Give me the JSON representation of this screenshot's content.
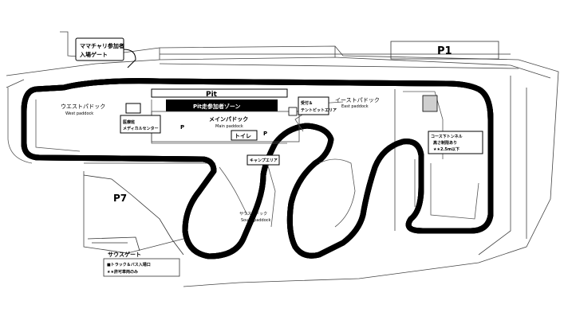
{
  "labels": {
    "p1": "P1",
    "p7": "P7",
    "pit": "Pit",
    "pit_zone": "Pit走参加者ゾーン",
    "mamachari_1": "ママチャリ参加者",
    "mamachari_2": "入場ゲート",
    "west_paddock": "ウエストパドック",
    "west_paddock_en": "West paddock",
    "medical_1": "医療班",
    "medical_2": "メディカルセンター",
    "main_paddock": "メインパドック",
    "main_paddock_en": "Main paddock",
    "toilet": "トイレ",
    "p_left": "P",
    "p_right": "P",
    "reception_1": "受付＆",
    "reception_2": "テントピットエリア",
    "east_paddock": "イーストパドック",
    "east_paddock_en": "East paddock",
    "camp_area": "キャンプエリア",
    "south_paddock": "サウスパドック",
    "south_paddock_en": "South paddock",
    "tunnel_1": "コース下トンネル",
    "tunnel_2": "高さ制限あり",
    "tunnel_3": "★★2.5m以下",
    "south_gate": "サウスゲート",
    "truck_bus_1": "■トラック＆バス入場口",
    "truck_bus_2": "★★許可車両のみ"
  },
  "colors": {
    "track_outline": "#000000",
    "track_fill": "#e6e6e6",
    "pit_zone_bg": "#000000",
    "lines": "#444444"
  }
}
